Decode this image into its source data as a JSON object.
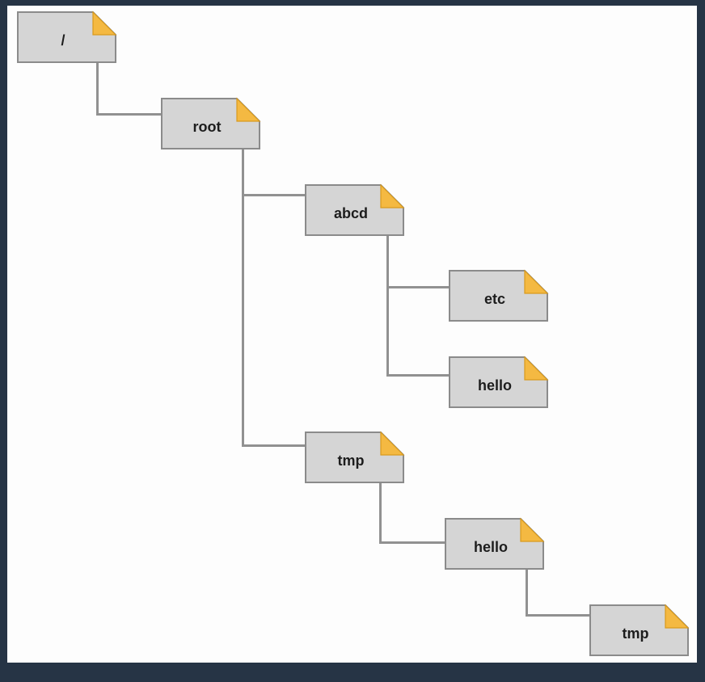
{
  "tree": {
    "nodes": [
      {
        "id": "root-slash",
        "label": "/"
      },
      {
        "id": "root",
        "label": "root"
      },
      {
        "id": "abcd",
        "label": "abcd"
      },
      {
        "id": "etc",
        "label": "etc"
      },
      {
        "id": "hello-1",
        "label": "hello"
      },
      {
        "id": "tmp-1",
        "label": "tmp"
      },
      {
        "id": "hello-2",
        "label": "hello"
      },
      {
        "id": "tmp-2",
        "label": "tmp"
      }
    ]
  },
  "colors": {
    "background": "#263445",
    "canvas": "#fdfdfd",
    "node_fill": "#d5d5d5",
    "node_border": "#8b8b8b",
    "corner_fold": "#f4b942",
    "connector": "#919191"
  }
}
